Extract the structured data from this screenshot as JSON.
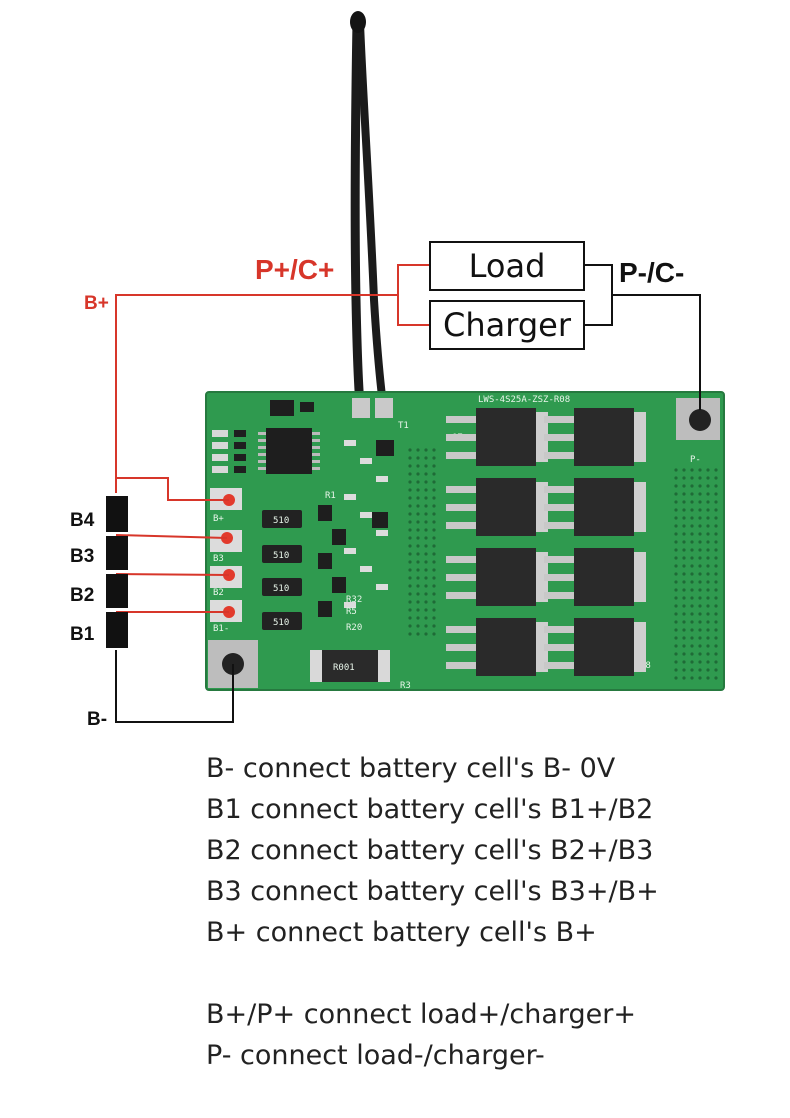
{
  "labels": {
    "b_plus": "B+",
    "p_plus_c_plus": "P+/C+",
    "p_minus_c_minus": "P-/C-",
    "load": "Load",
    "charger": "Charger",
    "b4": "B4",
    "b3": "B3",
    "b2": "B2",
    "b1": "B1",
    "b_minus": "B-"
  },
  "pcb": {
    "model": "LWS-4S25A-ZSZ-R08",
    "pads": [
      "B+",
      "B3",
      "B2",
      "B1-"
    ],
    "pad_p": "P-",
    "shunt": "R001",
    "resistor_values": [
      "510",
      "510",
      "510",
      "510"
    ],
    "refs": [
      "R1",
      "R32",
      "R5",
      "R20",
      "R3",
      "Q7",
      "Q8",
      "T1"
    ]
  },
  "captions": {
    "lines": [
      "B- connect battery cell's B- 0V",
      "B1 connect battery cell's B1+/B2",
      "B2 connect battery cell's B2+/B3",
      "B3 connect battery cell's B3+/B+",
      "B+ connect battery cell's B+"
    ],
    "lines2": [
      "B+/P+ connect load+/charger+",
      "P- connect load-/charger-"
    ]
  },
  "colors": {
    "wire_red": "#d7362a",
    "wire_black": "#111111",
    "pcb_green": "#2f9a4f",
    "mosfet": "#2a2a2a"
  }
}
